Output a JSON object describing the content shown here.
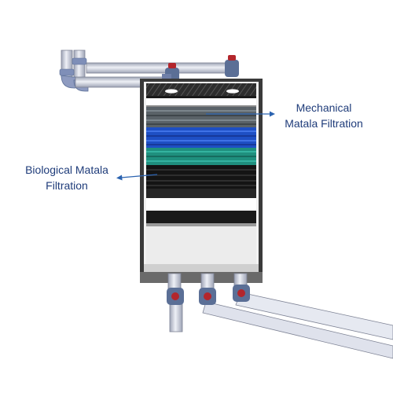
{
  "labels": {
    "mechanical": {
      "line1": "Mechanical",
      "line2": "Matala Filtration"
    },
    "biological": {
      "line1": "Biological Matala",
      "line2": "Filtration"
    }
  },
  "colors": {
    "frame": "#3a3a3a",
    "frame_inner": "#f2f2f2",
    "grey_media": "#5a6268",
    "blue_media": "#1e4fc4",
    "teal_media": "#1f8f7e",
    "black_media": "#141414",
    "pipe": "#d9dde8",
    "pipe_edge": "#7d8294",
    "valve": "#5b6f96",
    "valve_red": "#b3262c",
    "label": "#1f3c7a",
    "arrow": "#2b63b0"
  }
}
